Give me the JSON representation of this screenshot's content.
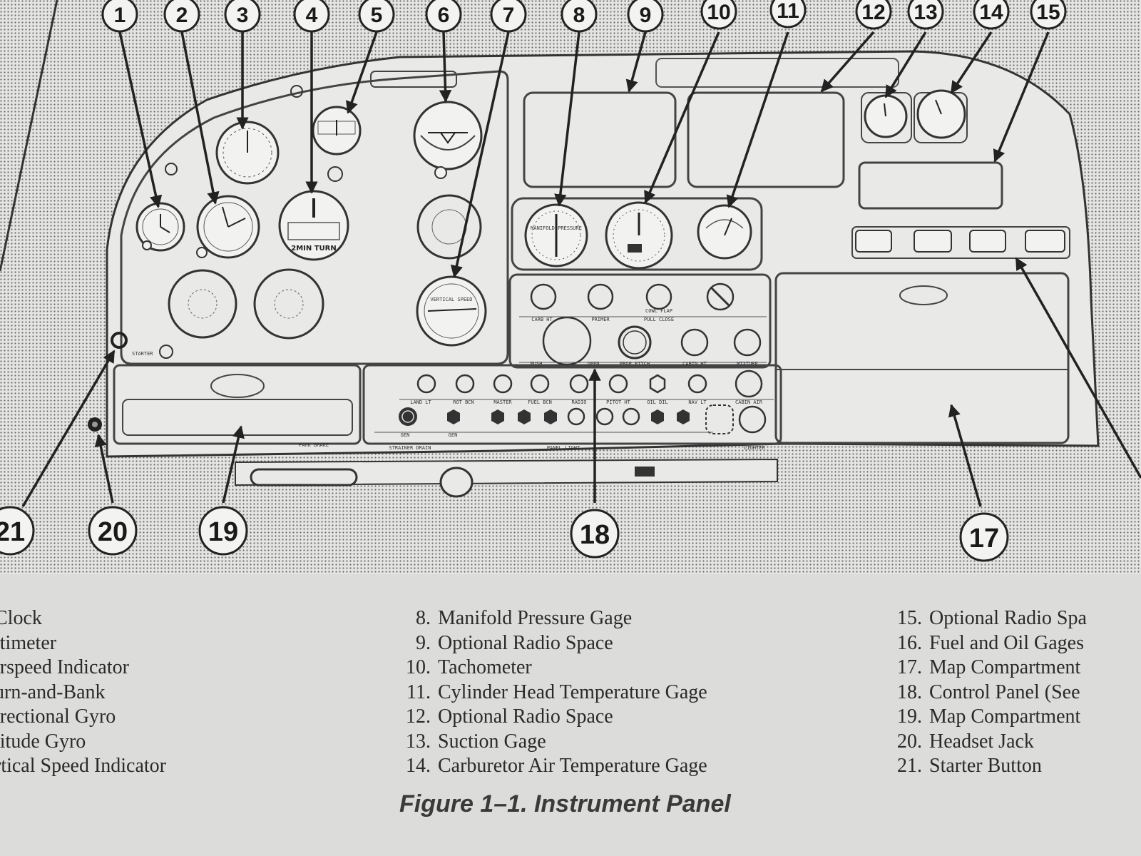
{
  "callouts": [
    "1",
    "2",
    "3",
    "4",
    "5",
    "6",
    "7",
    "8",
    "9",
    "10",
    "11",
    "12",
    "13",
    "14",
    "15",
    "17",
    "18",
    "19",
    "20",
    "21"
  ],
  "panel_labels": {
    "starter": "STARTER",
    "two_min_turn": "2MIN TURN",
    "vertical_speed": "VERTICAL SPEED",
    "manifold": "MANIFOLD PRESSURE",
    "carb_ht": "CARB HT",
    "primer": "PRIMER",
    "cowl_flap": "COWL FLAP",
    "pull_close": "PULL CLOSE",
    "push": "PUSH",
    "open": "OPEN",
    "prop_pitch": "PROP PITCH",
    "cabin_ht": "CABIN HT",
    "mixture": "MIXTURE",
    "land_lt": "LAND LT",
    "rot_bcn": "ROT BCN",
    "master": "MASTER",
    "fuel_bcn": "FUEL BCN",
    "radio": "RADIO",
    "pitot_ht": "PITOT HT",
    "oil_dil": "OIL DIL",
    "nav_lt": "NAV LT",
    "cabin_air": "CABIN AIR",
    "gen": "GEN",
    "park_brake": "PARK BRAKE",
    "strainer_drain": "STRAINER DRAIN",
    "panel_light": "PANEL LIGHT",
    "lighter": "LIGHTER"
  },
  "legend": {
    "col1": [
      "Clock",
      "ltimeter",
      "irspeed Indicator",
      "urn-and-Bank",
      "irectional Gyro",
      "titude Gyro",
      "rtical Speed Indicator"
    ],
    "col2": [
      {
        "num": "8.",
        "text": "Manifold Pressure Gage"
      },
      {
        "num": "9.",
        "text": "Optional Radio Space"
      },
      {
        "num": "10.",
        "text": "Tachometer"
      },
      {
        "num": "11.",
        "text": "Cylinder Head Temperature Gage"
      },
      {
        "num": "12.",
        "text": "Optional Radio Space"
      },
      {
        "num": "13.",
        "text": "Suction Gage"
      },
      {
        "num": "14.",
        "text": "Carburetor Air Temperature Gage"
      }
    ],
    "col3": [
      {
        "num": "15.",
        "text": "Optional Radio Spa"
      },
      {
        "num": "16.",
        "text": "Fuel and Oil Gages"
      },
      {
        "num": "17.",
        "text": "Map Compartment"
      },
      {
        "num": "18.",
        "text": "Control Panel (See"
      },
      {
        "num": "19.",
        "text": "Map Compartment"
      },
      {
        "num": "20.",
        "text": "Headset Jack"
      },
      {
        "num": "21.",
        "text": "Starter Button"
      }
    ]
  },
  "caption": "Figure 1–1.  Instrument Panel"
}
